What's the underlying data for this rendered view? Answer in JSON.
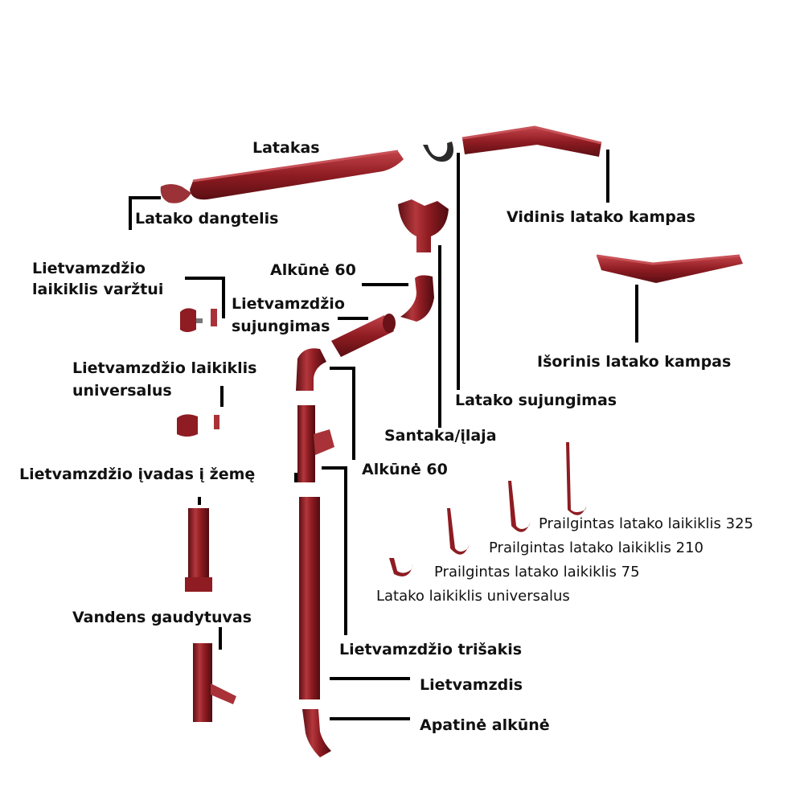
{
  "diagram": {
    "parts_color": "#8e1c22",
    "leader_color": "#000000",
    "labels": {
      "latakas": "Latakas",
      "latako_dangtelis": "Latako dangtelis",
      "vidinis_kampas": "Vidinis latako kampas",
      "laikiklis_varztui_1": "Lietvamzdžio",
      "laikiklis_varztui_2": "laikiklis varžtui",
      "alkune_60_top": "Alkūnė 60",
      "sujungimas_1": "Lietvamzdžio",
      "sujungimas_2": "sujungimas",
      "isorinis_kampas": "Išorinis latako kampas",
      "universalus_1": "Lietvamzdžio laikiklis",
      "universalus_2": "universalus",
      "latako_sujungimas": "Latako sujungimas",
      "santaka": "Santaka/įlaja",
      "ivadas": "Lietvamzdžio įvadas į žemę",
      "alkune_60_mid": "Alkūnė 60",
      "prailgintas_325": "Prailgintas latako laikiklis 325",
      "prailgintas_210": "Prailgintas latako laikiklis 210",
      "prailgintas_75": "Prailgintas latako laikiklis 75",
      "laikiklis_universalus": "Latako laikiklis universalus",
      "vandens_gaudytuvas": "Vandens gaudytuvas",
      "trisakis": "Lietvamzdžio trišakis",
      "lietvamzdis": "Lietvamzdis",
      "apatine_alkune": "Apatinė alkūnė"
    }
  }
}
